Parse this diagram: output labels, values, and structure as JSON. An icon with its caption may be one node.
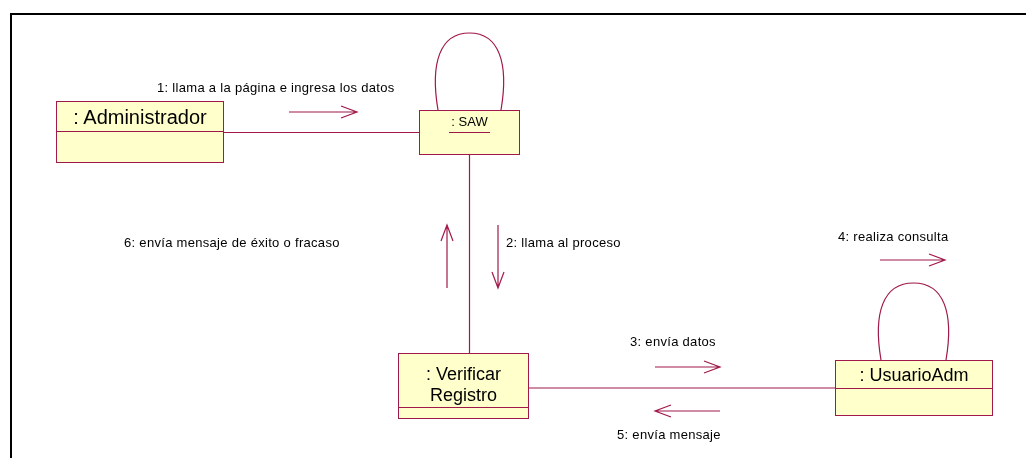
{
  "diagram": {
    "nodes": [
      {
        "text": [
          ": Administrador"
        ]
      },
      {
        "text": [
          ": SAW"
        ]
      },
      {
        "text": [
          ": Verificar Registro"
        ]
      },
      {
        "text": [
          ": UsuarioAdm"
        ]
      }
    ],
    "edges": [
      {
        "from": 0,
        "to": 1,
        "arrow": "none"
      },
      {
        "from": 1,
        "to": 1,
        "arrow": "none"
      },
      {
        "from": 1,
        "to": 2,
        "arrow": "none"
      },
      {
        "from": 2,
        "to": 3,
        "arrow": "none"
      },
      {
        "from": 3,
        "to": 3,
        "arrow": "none"
      }
    ],
    "labels": [
      "1: llama a la página e ingresa los datos",
      "6: envía mensaje de éxito o fracaso",
      "2: llama al proceso",
      "4: realiza consulta",
      "3: envía datos",
      "5: envía mensaje"
    ]
  }
}
